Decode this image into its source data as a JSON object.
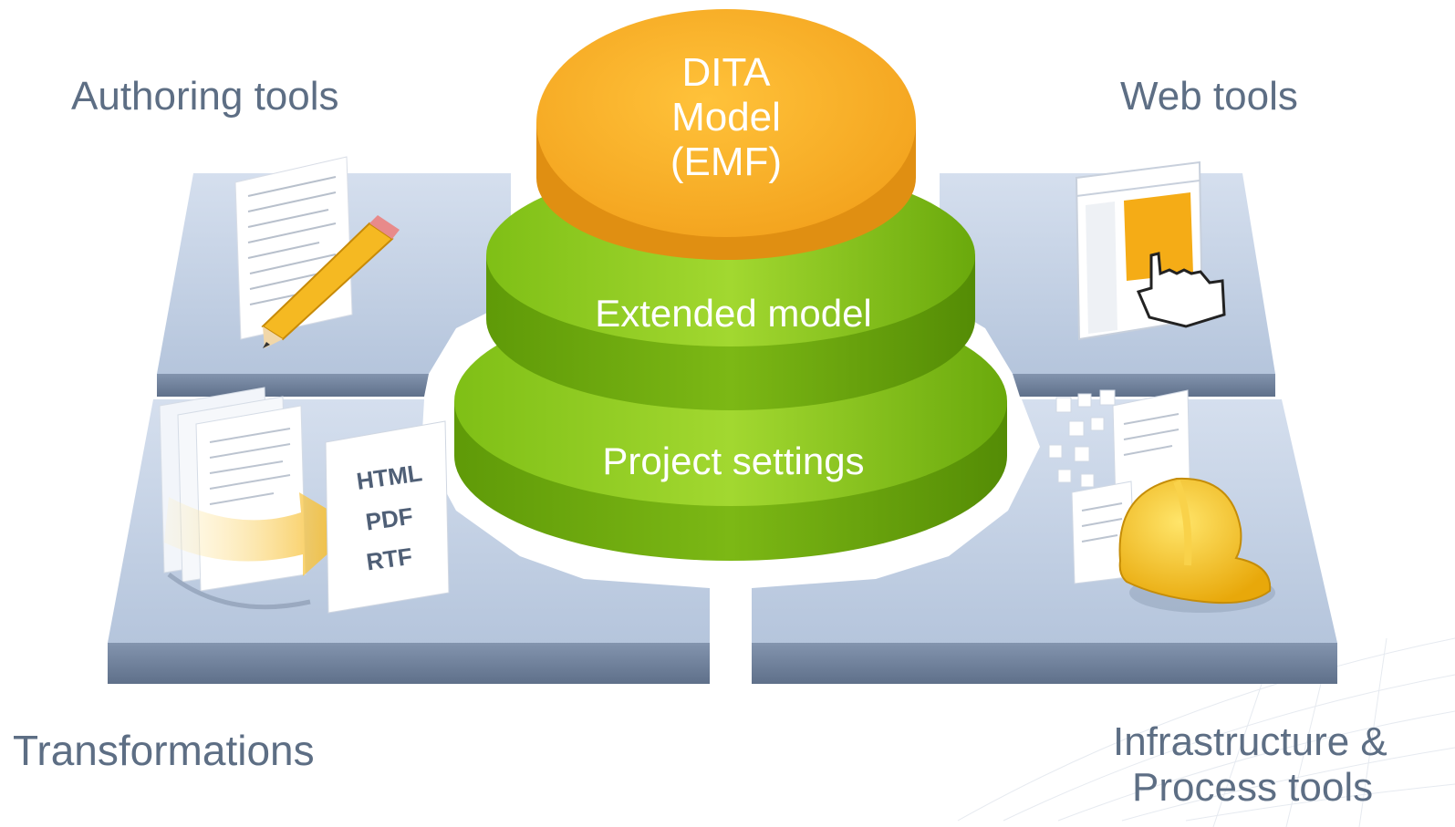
{
  "diagram": {
    "quadrants": {
      "top_left": "Authoring tools",
      "top_right": "Web tools",
      "bottom_left": "Transformations",
      "bottom_right_line1": "Infrastructure &",
      "bottom_right_line2": "Process tools"
    },
    "layers": {
      "top": [
        "DITA",
        "Model",
        "(EMF)"
      ],
      "middle": "Extended model",
      "bottom": "Project settings"
    },
    "output_formats": [
      "HTML",
      "PDF",
      "RTF"
    ],
    "colors": {
      "panel_top": "#c9d6e8",
      "panel_side": "#6d7e98",
      "orange_layer": "#f4a81f",
      "green_layer": "#8ecb1e",
      "label_text": "#5d6e84"
    }
  }
}
